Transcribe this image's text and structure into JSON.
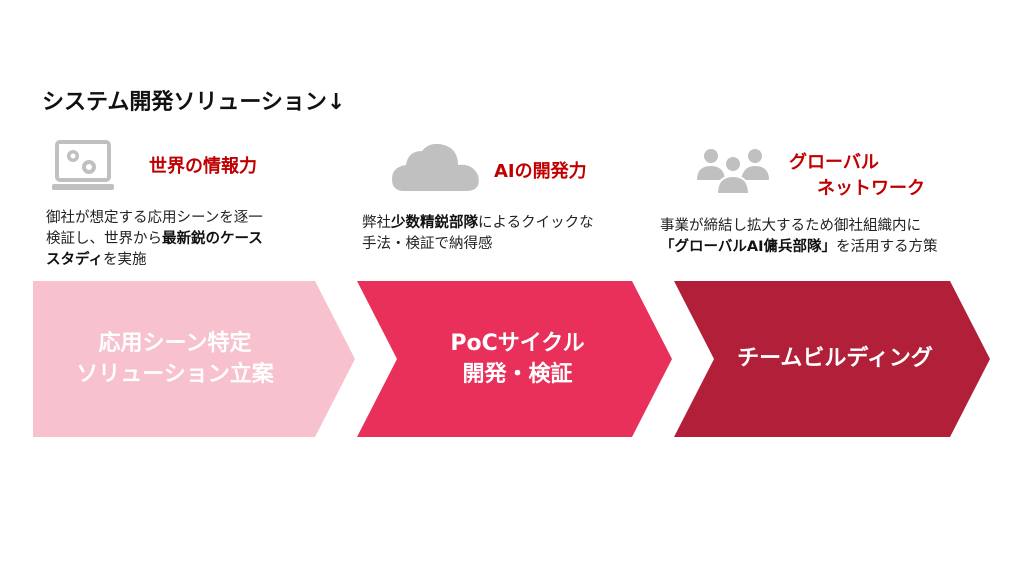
{
  "title": "システム開発ソリューション↓",
  "columns": [
    {
      "icon": "laptop-gears-icon",
      "heading": "世界の情報力",
      "desc": [
        "御社が想定する応用シーンを逐一",
        "検証し、世界から",
        "最新鋭のケース",
        "スタディ",
        "を実施"
      ]
    },
    {
      "icon": "cloud-icon",
      "heading": "AIの開発力",
      "desc": [
        "弊社",
        "少数精鋭部隊",
        "によるクイックな",
        "手法・検証で納得感"
      ]
    },
    {
      "icon": "people-icon",
      "heading_lines": [
        "グローバル",
        "ネットワーク"
      ],
      "desc": [
        "事業が締結し拡大するため御社組織内に",
        "「グローバルAI傭兵部隊」",
        "を活用する方策"
      ]
    }
  ],
  "steps": [
    {
      "lines": [
        "応用シーン特定",
        "ソリューション立案"
      ],
      "color": "#f7c1cd"
    },
    {
      "lines": [
        "PoCサイクル",
        "開発・検証"
      ],
      "color": "#e8305a"
    },
    {
      "lines": [
        "チームビルディング"
      ],
      "color": "#b21f38"
    }
  ],
  "colors": {
    "heading": "#c00000",
    "icon": "#c0c0c0"
  }
}
